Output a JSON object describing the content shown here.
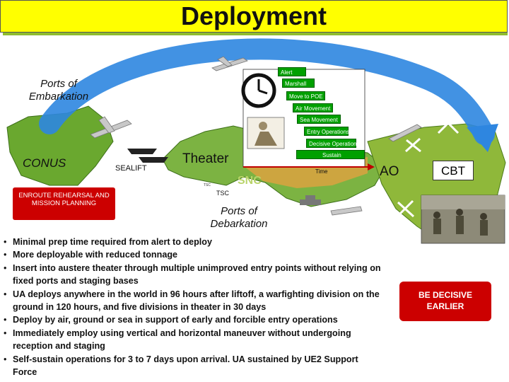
{
  "title": "Deployment",
  "labels": {
    "ports_embarkation": "Ports of Embarkation",
    "conus": "CONUS",
    "sealift": "SEALIFT",
    "theater": "Theater",
    "ao": "AO",
    "cbt": "CBT",
    "ports_debarkation": "Ports of Debarkation",
    "enroute": "ENROUTE REHEARSAL AND MISSION PLANNING",
    "tsc": "TSC",
    "snc": "SNC",
    "time": "Time",
    "small_tag": "TSC"
  },
  "steps": [
    "Alert",
    "Marshall",
    "Move to POE",
    "Air Movement",
    "Sea Movement",
    "Entry Operations",
    "Decisive Operations",
    "Sustain"
  ],
  "bullets": [
    "Minimal prep time required from alert to deploy",
    "More deployable with reduced tonnage",
    "Insert into austere theater through multiple unimproved entry points without relying on fixed ports and staging bases",
    "UA deploys anywhere in the world in 96 hours after liftoff, a warfighting division on the ground in 120 hours, and five divisions in theater in 30 days",
    "Deploy by air, ground or sea in support of early and forcible entry operations",
    "Immediately employ using vertical and horizontal maneuver without undergoing reception and staging",
    "Self-sustain operations for 3 to 7 days upon arrival.  UA sustained by UE2 Support Force"
  ],
  "callout": "BE DECISIVE EARLIER",
  "colors": {
    "title_bg": "#ffff00",
    "step_green": "#00a000",
    "callout_red": "#cc0000",
    "arc_blue": "#2e86e0",
    "map_green": "#5a9a2a",
    "ao_green": "#8fb83a"
  },
  "icons": [
    "airplane-icon",
    "clock-icon",
    "soldier-icon",
    "ship-icon",
    "helicopter-icon",
    "tank-icon",
    "troops-photo"
  ]
}
